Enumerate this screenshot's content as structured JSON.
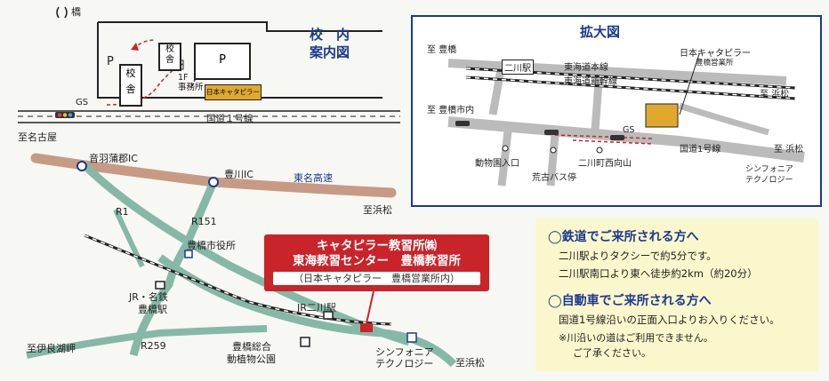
{
  "campus_map": {
    "bridge_label": "橋",
    "title_line1": "校　内",
    "title_line2": "案内図",
    "parking1": "P",
    "parking2": "P",
    "building1": "校\n舎",
    "building2": "校\n舎",
    "office": "1F\n事務所",
    "company_sign": "日本キャタピラー",
    "gs": "GS",
    "route1": "国道１号線",
    "to_nagoya": "至名古屋"
  },
  "area_map": {
    "otowa_ic": "音羽蒲郡IC",
    "toyokawa_ic": "豊川IC",
    "tomei": "東名高速",
    "r1": "R1",
    "r151": "R151",
    "r259": "R259",
    "to_hamamatsu1": "至浜松",
    "to_hamamatsu2": "至浜松",
    "toyohashi_city": "豊橋市役所",
    "jr_toyohashi1": "JR・名鉄",
    "jr_toyohashi2": "豊橋駅",
    "jr_futagawa": "JR二川駅",
    "zoo1": "豊橋総合",
    "zoo2": "動植物公園",
    "symphonia1": "シンフォニア",
    "symphonia2": "テクノロジー",
    "to_irago": "至伊良湖岬"
  },
  "callout": {
    "line1": "キャタピラー教習所㈱",
    "line2": "東海教習センター　豊橋教習所",
    "line3": "（日本キャタピラー　豊橋営業所内）"
  },
  "zoom_map": {
    "title": "拡大図",
    "to_toyohashi": "至 豊橋",
    "to_toyohashi_shinai": "至 豊橋市内",
    "futagawa_sta": "二川駅",
    "tokaido_line": "東海道本線",
    "shinkansen": "東海道新幹線",
    "company": "日本キャタピラー",
    "company_sub": "豊橋営業所",
    "to_hamamatsu_a": "至 浜松",
    "to_hamamatsu_b": "至 浜松",
    "gs": "GS",
    "route1": "国道1号線",
    "zoo_entrance": "動物園入口",
    "araki_bus": "荒古バス停",
    "futagawa_nishi": "二川町西向山",
    "symphonia1": "シンフォニア",
    "symphonia2": "テクノロジー"
  },
  "info": {
    "rail_heading": "◯鉄道でご来所される方へ",
    "rail_line1": "二川駅よりタクシーで約5分です。",
    "rail_line2": "二川駅南口より東へ徒歩約2km（約20分）",
    "car_heading": "◯自動車でご来所される方へ",
    "car_line1": "国道1号線沿いの正面入口よりお入りください。",
    "car_line2": "※川沿いの道はご利用できません。",
    "car_line3": "ご了承ください。"
  },
  "colors": {
    "blue": "#1b3a8e",
    "red": "#c8242a",
    "highway": "#c79a85",
    "road_green": "#86b8a8",
    "factory": "#e0a92e",
    "info_bg": "#fbf7cc"
  }
}
